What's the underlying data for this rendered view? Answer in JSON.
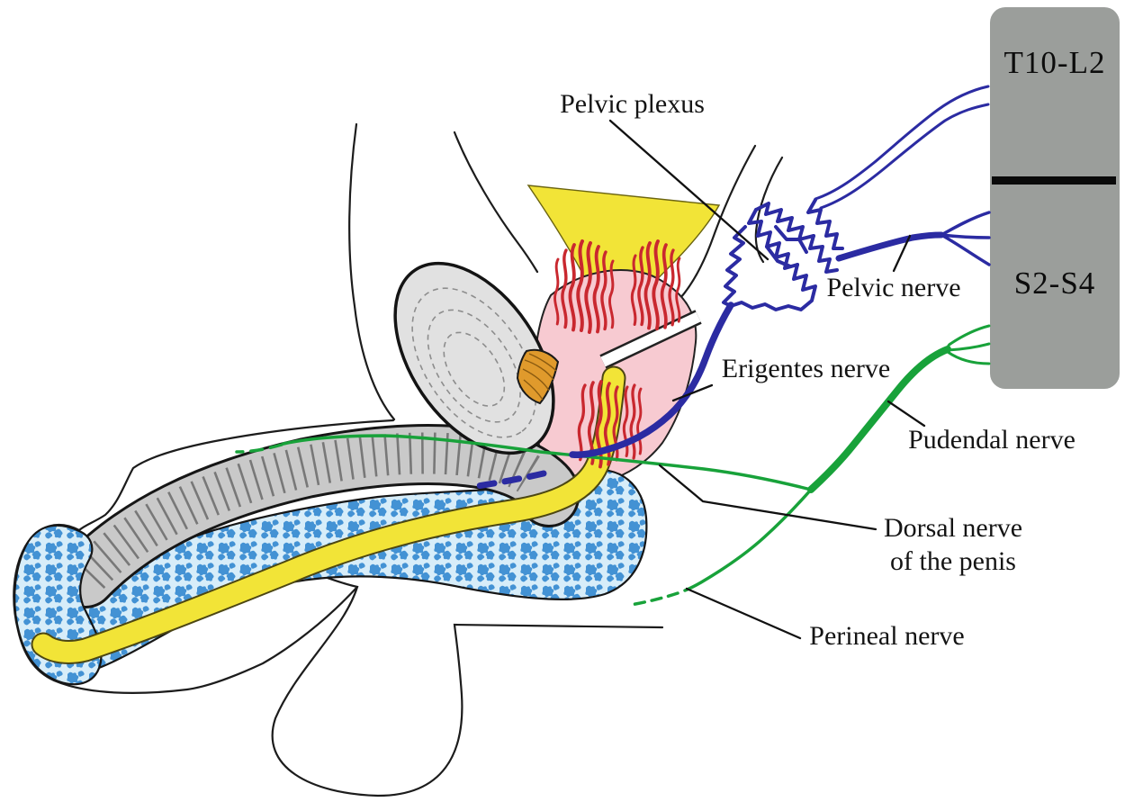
{
  "labels": {
    "pelvic_plexus": "Pelvic plexus",
    "pelvic_nerve": "Pelvic nerve",
    "erigentes_nerve": "Erigentes nerve",
    "pudendal_nerve": "Pudendal nerve",
    "dorsal_nerve_line1": "Dorsal nerve",
    "dorsal_nerve_line2": "of the penis",
    "perineal_nerve": "Perineal nerve"
  },
  "spinal_cord": {
    "upper_segment": "T10-L2",
    "lower_segment": "S2-S4"
  },
  "colors": {
    "spinal_cord_box": "#9b9e9b",
    "cord_divider_black": "#0a0a0a",
    "autonomic_nerve_blue": "#2b2ba2",
    "somatic_nerve_green": "#18a23a",
    "bladder_urethra_yellow": "#f2e437",
    "prostate_pink": "#f7cad1",
    "muscle_fiber_red": "#c9282f",
    "pubic_bone_gray": "#e1e1e1",
    "corpus_cavernosum_gray": "#c9c9c9",
    "corpus_spongiosum_blue": "#4392d4",
    "spongiosum_background": "#d7edf9",
    "ligament_orange": "#e09a2c",
    "outline_black": "#1c1c1c"
  }
}
